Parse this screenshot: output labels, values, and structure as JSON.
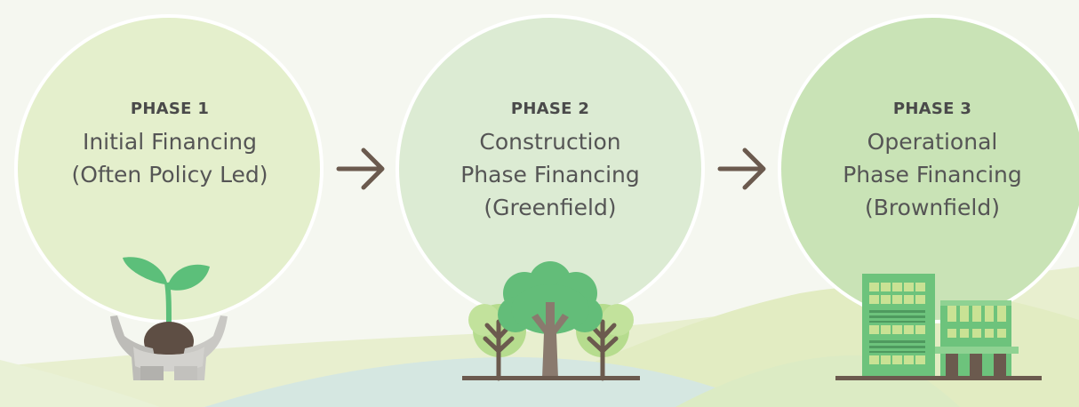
{
  "colors": {
    "background": "#f5f7f0",
    "circle_1": "#e4efcc",
    "circle_2": "#dcebd3",
    "circle_3": "#c9e3b6",
    "arrow": "#6b5a4e",
    "leaf_green": "#5cbf7a",
    "trunk_brown": "#8a7a6e",
    "hand_gray": "#bdbcb8",
    "building_green": "#6dc37c",
    "building_light": "#c9e294"
  },
  "phases": [
    {
      "label": "PHASE 1",
      "lines": [
        "Initial Financing",
        "(Often Policy Led)"
      ],
      "icon": "hands-holding-seedling-icon"
    },
    {
      "label": "PHASE 2",
      "lines": [
        "Construction",
        "Phase Financing",
        "(Greenfield)"
      ],
      "icon": "trees-icon"
    },
    {
      "label": "PHASE 3",
      "lines": [
        "Operational",
        "Phase Financing",
        "(Brownfield)"
      ],
      "icon": "buildings-icon"
    }
  ],
  "arrows": [
    "right-arrow-icon",
    "right-arrow-icon"
  ]
}
